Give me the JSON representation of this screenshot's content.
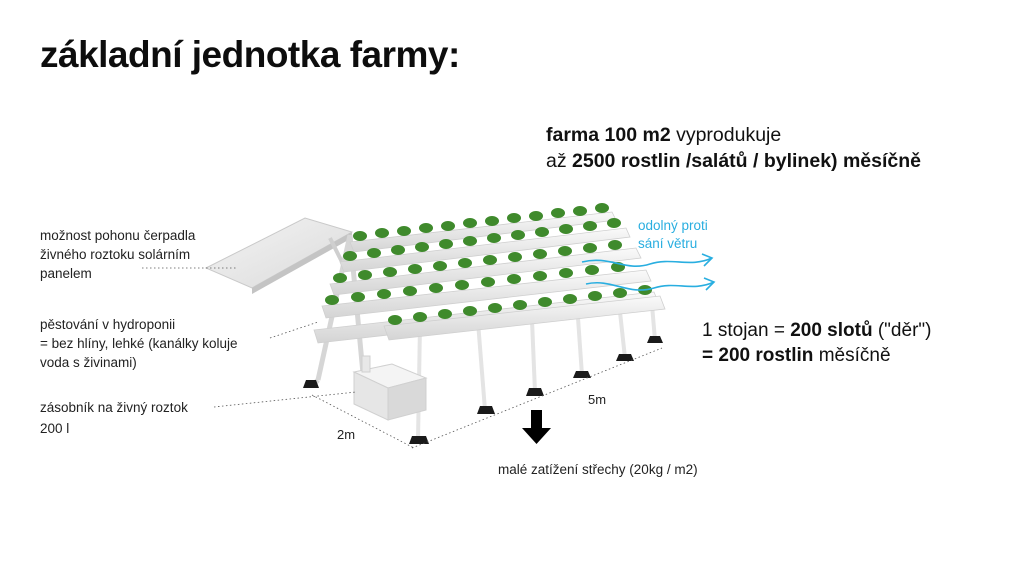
{
  "title": "základní jednotka farmy:",
  "headline": {
    "line1_bold": "farma 100 m2",
    "line1_rest": " vyprodukuje",
    "line2_pre": "až ",
    "line2_bold": "2500 rostlin /salátů / bylinek) měsíčně"
  },
  "labels": {
    "solar_line1": "možnost pohonu čerpadla",
    "solar_line2": "živného roztoku solárním",
    "solar_line3": "panelem",
    "hydro_line1": "pěstování v hydroponii",
    "hydro_line2": "= bez hlíny, lehké (kanálky koluje",
    "hydro_line3": "voda s živinami)",
    "tank_line1": "zásobník na živný roztok",
    "tank_line2": "200 l",
    "wind_line1": "odolný proti",
    "wind_line2": "sání větru",
    "roof_load": "malé zatížení střechy (20kg / m2)"
  },
  "stand": {
    "line1_pre": "1 stojan = ",
    "line1_bold": "200 slotů",
    "line1_post": " (\"děr\")",
    "line2_bold": "= 200 rostlin",
    "line2_post": " měsíčně"
  },
  "dimensions": {
    "length": "5m",
    "width": "2m"
  },
  "colors": {
    "title": "#0d0d0d",
    "wind": "#29aee0",
    "plant": "#3f8a2c",
    "channel": "#f2f2f2",
    "frame": "#d8d8d8",
    "arrow": "#000000"
  },
  "icons": {
    "load_arrow": "arrow-down-icon",
    "wind": "wind-gust-icon"
  }
}
